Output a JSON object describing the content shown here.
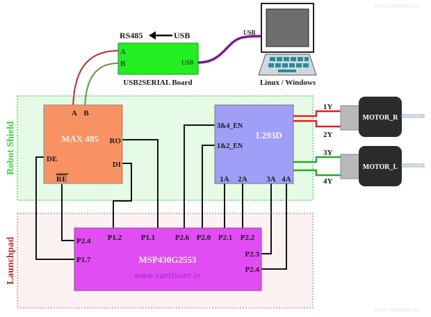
{
  "watermarks": {
    "top_right": "www.xanthium.in",
    "bottom_right": "www.xanthium.in",
    "chip": "www.xanthium.in"
  },
  "regions": {
    "robot_shield": {
      "label": "Robot Shield",
      "fill": "#e6fbe6",
      "border": "#5ce65c"
    },
    "launchpad": {
      "label": "Launchpad",
      "fill": "#fdf2f2",
      "border": "#d49a9a"
    }
  },
  "usb_board": {
    "title": "USB2SERIAL Board",
    "pins": {
      "a": "A",
      "b": "B",
      "usb": "USB"
    },
    "conversion": {
      "from": "USB",
      "to": "RS485",
      "arrow": "left-arrow"
    },
    "color": "#22ee22"
  },
  "computer": {
    "label": "Linux / Windows",
    "usb_label": "USB",
    "icon": "laptop-icon"
  },
  "max485": {
    "title": "MAX 485",
    "pins": {
      "a": "A",
      "b": "B",
      "ro": "RO",
      "di": "DI",
      "de": "DE",
      "re": "RE"
    },
    "color": "#f99263"
  },
  "l293d": {
    "title": "L293D",
    "pins": {
      "en34": "3&4_EN",
      "en12": "1&2_EN",
      "a1": "1A",
      "a2": "2A",
      "a3": "3A",
      "a4": "4A"
    },
    "color": "#9f9ff7"
  },
  "motors": {
    "right": {
      "label": "MOTOR_R",
      "pins": [
        "1Y",
        "2Y"
      ],
      "wire_color": "#dd1f1f"
    },
    "left": {
      "label": "MOTOR_L",
      "pins": [
        "3Y",
        "4Y"
      ],
      "wire_color": "#22aa22"
    }
  },
  "msp430": {
    "title": "MSP430G2553",
    "pins": {
      "p24_left": "P2.4",
      "p17": "P1.7",
      "p12": "P1.2",
      "p11": "P1.1",
      "p26": "P2.6",
      "p20": "P2.0",
      "p21": "P2.1",
      "p22": "P2.2",
      "p23": "P2.3",
      "p24_right": "P2.4"
    },
    "color": "#e14df2"
  },
  "wire_colors": {
    "rs485_a": "#c0233a",
    "rs485_b": "#5a9a3a",
    "usb_cable": "#7a1a8a",
    "signal": "#111111"
  }
}
